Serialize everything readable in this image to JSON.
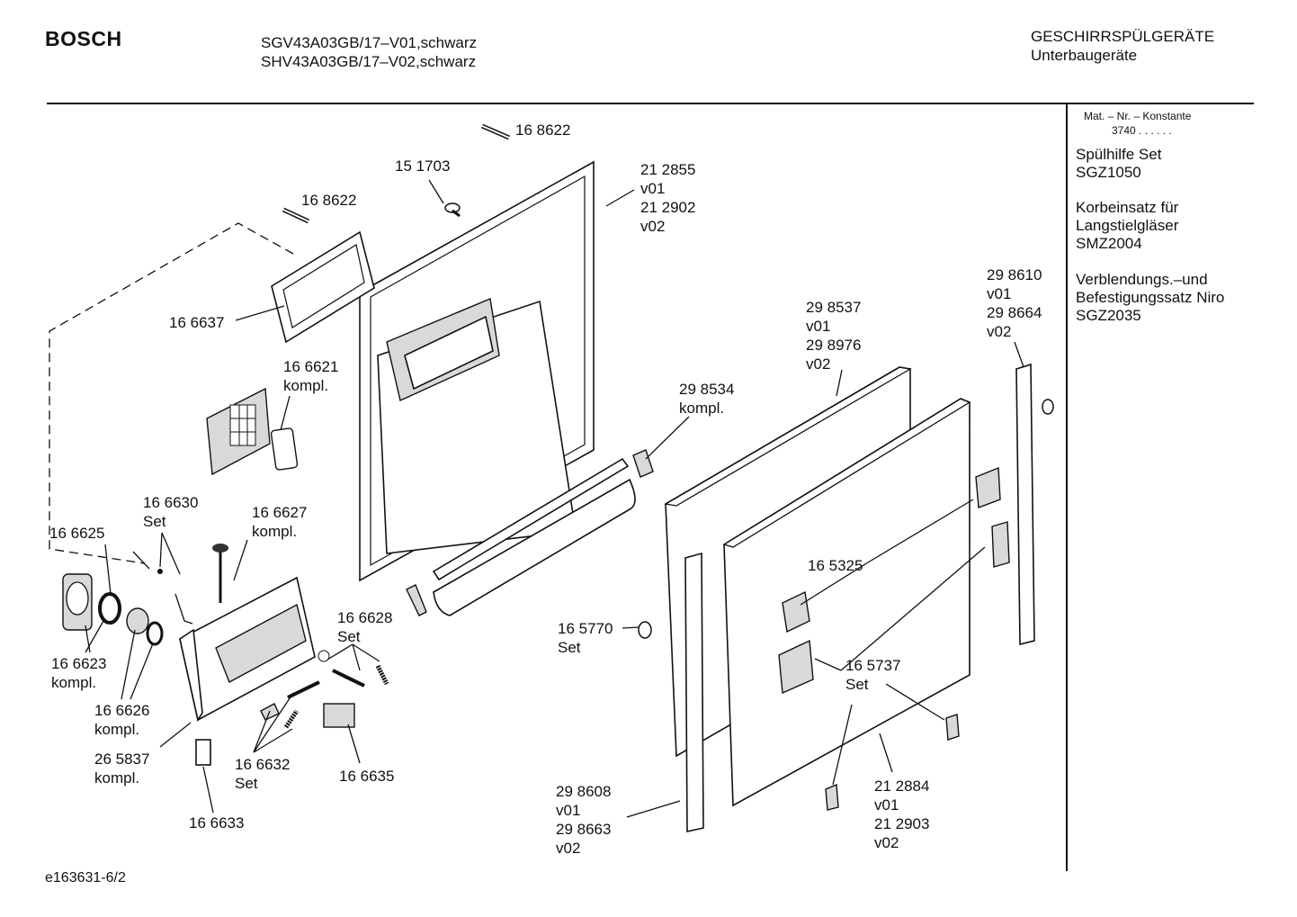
{
  "header": {
    "brand": "BOSCH",
    "model_line_1": "SGV43A03GB/17–V01,schwarz",
    "model_line_2": "SHV43A03GB/17–V02,schwarz",
    "category": "GESCHIRRSPÜLGERÄTE",
    "subcategory": "Unterbaugeräte"
  },
  "sidebar": {
    "mat_label": "Mat. – Nr. – Konstante",
    "mat_value": "3740  .  .    .  .  .  .",
    "accessories": [
      {
        "lines": [
          "Spülhilfe Set",
          "SGZ1050"
        ]
      },
      {
        "lines": [
          "Korbeinsatz für",
          "Langstielgläser",
          "SMZ2004"
        ]
      },
      {
        "lines": [
          "Verblendungs.–und",
          "Befestigungssatz Niro",
          "SGZ2035"
        ]
      }
    ]
  },
  "labels": {
    "p168622a": "16 8622",
    "p151703": "15 1703",
    "p212855": [
      "21 2855",
      "v01",
      "21 2902",
      "v02"
    ],
    "p168622b": "16 8622",
    "p166637": "16 6637",
    "p166621": [
      "16 6621",
      "kompl."
    ],
    "p298534": [
      "29 8534",
      "kompl."
    ],
    "p298537": [
      "29 8537",
      "v01",
      "29 8976",
      "v02"
    ],
    "p298610": [
      "29 8610",
      "v01",
      "29 8664",
      "v02"
    ],
    "p166630": [
      "16 6630",
      "Set"
    ],
    "p166627": [
      "16 6627",
      "kompl."
    ],
    "p166625": "16 6625",
    "p166628": [
      "16 6628",
      "Set"
    ],
    "p165325": "16 5325",
    "p165770": [
      "16 5770",
      "Set"
    ],
    "p166623": [
      "16 6623",
      "kompl."
    ],
    "p166626": [
      "16 6626",
      "kompl."
    ],
    "p265837": [
      "26 5837",
      "kompl."
    ],
    "p166632": [
      "16 6632",
      "Set"
    ],
    "p166635": "16 6635",
    "p166633": "16 6633",
    "p165737": [
      "16 5737",
      "Set"
    ],
    "p298608": [
      "29 8608",
      "v01",
      "29 8663",
      "v02"
    ],
    "p212884": [
      "21 2884",
      "v01",
      "21 2903",
      "v02"
    ]
  },
  "footer": {
    "drawing_id": "e163631-6/2"
  }
}
